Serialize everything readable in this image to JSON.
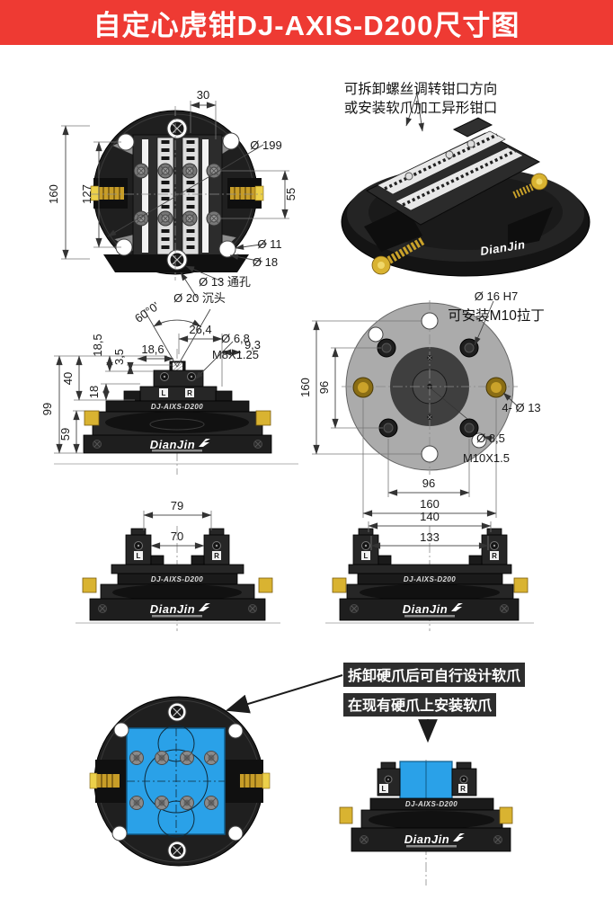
{
  "header": {
    "title": "自定心虎钳DJ-AXIS-D200尺寸图"
  },
  "brand": {
    "logo": "DianJin",
    "model": "DJ-AIXS-D200",
    "jaw_left": "L",
    "jaw_right": "R"
  },
  "top_view": {
    "dim_30": "30",
    "dim_160": "160",
    "dim_127": "127",
    "dia_199": "Ø 199",
    "dim_55": "55",
    "dia_11": "Ø 11",
    "dia_18": "Ø 18",
    "dia_13": "Ø 13 通孔",
    "dia_20": "Ø 20 沉头"
  },
  "iso_view": {
    "note_line1": "可拆卸螺丝调转钳口方向",
    "note_line2": "或安装软爪加工异形钳口"
  },
  "front_view": {
    "angle": "60°0'",
    "dim_26_4": "26,4",
    "dim_18_5": "18,5",
    "dim_3_5": "3,5",
    "dim_18_6": "18,6",
    "dim_9_3": "9,3",
    "dia_6_8": "Ø 6,8",
    "thread_m8": "M8X1.25",
    "dim_40": "40",
    "dim_18": "18",
    "dim_99": "99",
    "dim_59": "59"
  },
  "bottom_view": {
    "dia_16": "Ø 16 H7",
    "note": "可安装M10拉丁",
    "dim_160_v": "160",
    "dim_96_v": "96",
    "holes": "4- Ø 13",
    "dia_8_5": "Ø 8,5",
    "thread_m10": "M10X1.5",
    "dim_96_h": "96",
    "dim_160_h": "160"
  },
  "closed_view": {
    "dim_79": "79",
    "dim_70": "70"
  },
  "open_view": {
    "dim_140": "140",
    "dim_133": "133"
  },
  "soft_jaw": {
    "note1": "拆卸硬爪后可自行设计软爪",
    "note2": "在现有硬爪上安装软爪"
  },
  "colors": {
    "banner_red": "#ee3a33",
    "soft_jaw_blue": "#2aa1e8",
    "screw_gold": "#d9b331",
    "body_black": "#1e1e1e",
    "base_gray": "#ababab",
    "label_dark": "#2e2e2e"
  }
}
